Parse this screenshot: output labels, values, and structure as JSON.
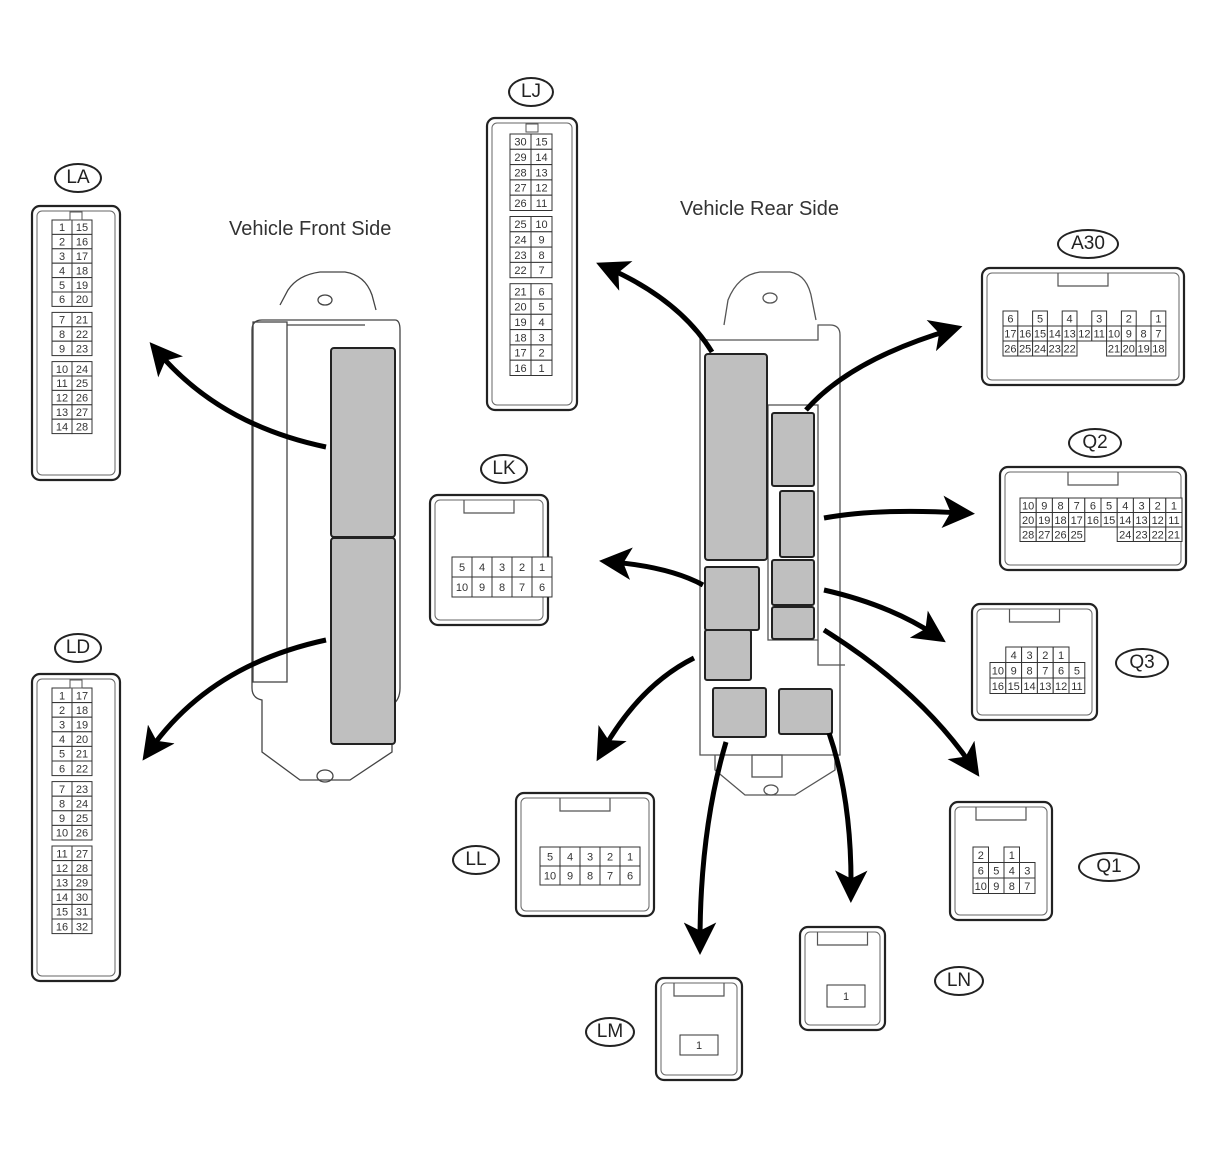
{
  "captions": {
    "front": "Vehicle Front Side",
    "rear": "Vehicle Rear Side"
  },
  "colors": {
    "module_fill": "#bfbfbf",
    "line": "#222222",
    "housing_line": "#555555",
    "arrow": "#000000"
  },
  "connectors": {
    "LA": {
      "label": "LA",
      "side": "front",
      "columns": [
        [
          "1",
          "2",
          "3",
          "4",
          "5",
          "6",
          "7",
          "8",
          "9",
          "10",
          "11",
          "12",
          "13",
          "14"
        ],
        [
          "15",
          "16",
          "17",
          "18",
          "19",
          "20",
          "21",
          "22",
          "23",
          "24",
          "25",
          "26",
          "27",
          "28"
        ]
      ],
      "groups": [
        6,
        3,
        5
      ]
    },
    "LD": {
      "label": "LD",
      "side": "front",
      "columns": [
        [
          "1",
          "2",
          "3",
          "4",
          "5",
          "6",
          "7",
          "8",
          "9",
          "10",
          "11",
          "12",
          "13",
          "14",
          "15",
          "16"
        ],
        [
          "17",
          "18",
          "19",
          "20",
          "21",
          "22",
          "23",
          "24",
          "25",
          "26",
          "27",
          "28",
          "29",
          "30",
          "31",
          "32"
        ]
      ],
      "groups": [
        6,
        4,
        6
      ]
    },
    "LJ": {
      "label": "LJ",
      "side": "rear",
      "columns": [
        [
          "30",
          "29",
          "28",
          "27",
          "26",
          "25",
          "24",
          "23",
          "22",
          "21",
          "20",
          "19",
          "18",
          "17",
          "16"
        ],
        [
          "15",
          "14",
          "13",
          "12",
          "11",
          "10",
          "9",
          "8",
          "7",
          "6",
          "5",
          "4",
          "3",
          "2",
          "1"
        ]
      ],
      "groups": [
        5,
        4,
        6
      ]
    },
    "LK": {
      "label": "LK",
      "side": "rear",
      "rows": [
        [
          "5",
          "4",
          "3",
          "2",
          "1"
        ],
        [
          "10",
          "9",
          "8",
          "7",
          "6"
        ]
      ]
    },
    "LL": {
      "label": "LL",
      "side": "rear",
      "rows": [
        [
          "5",
          "4",
          "3",
          "2",
          "1"
        ],
        [
          "10",
          "9",
          "8",
          "7",
          "6"
        ]
      ]
    },
    "LM": {
      "label": "LM",
      "side": "rear",
      "rows": [
        [
          "1"
        ]
      ]
    },
    "LN": {
      "label": "LN",
      "side": "rear",
      "rows": [
        [
          "1"
        ]
      ]
    },
    "A30": {
      "label": "A30",
      "side": "rear",
      "rows": [
        [
          "6",
          "",
          "5",
          "",
          "4",
          "",
          "3",
          "",
          "2",
          "",
          "1"
        ],
        [
          "17",
          "16",
          "15",
          "14",
          "13",
          "12",
          "11",
          "10",
          "9",
          "8",
          "7"
        ],
        [
          "26",
          "25",
          "24",
          "23",
          "22",
          "",
          "",
          "21",
          "20",
          "19",
          "18"
        ]
      ]
    },
    "Q2": {
      "label": "Q2",
      "side": "rear",
      "rows": [
        [
          "10",
          "9",
          "8",
          "7",
          "6",
          "5",
          "4",
          "3",
          "2",
          "1"
        ],
        [
          "20",
          "19",
          "18",
          "17",
          "16",
          "15",
          "14",
          "13",
          "12",
          "11"
        ],
        [
          "28",
          "27",
          "26",
          "25",
          "",
          "",
          "24",
          "23",
          "22",
          "21"
        ]
      ]
    },
    "Q3": {
      "label": "Q3",
      "side": "rear",
      "rows": [
        [
          "",
          "4",
          "3",
          "2",
          "1",
          ""
        ],
        [
          "10",
          "9",
          "8",
          "7",
          "6",
          "5"
        ],
        [
          "16",
          "15",
          "14",
          "13",
          "12",
          "11"
        ]
      ]
    },
    "Q1": {
      "label": "Q1",
      "side": "rear",
      "rows": [
        [
          "2",
          "",
          "1",
          ""
        ],
        [
          "6",
          "5",
          "4",
          "3"
        ],
        [
          "10",
          "9",
          "8",
          "7"
        ]
      ]
    }
  }
}
